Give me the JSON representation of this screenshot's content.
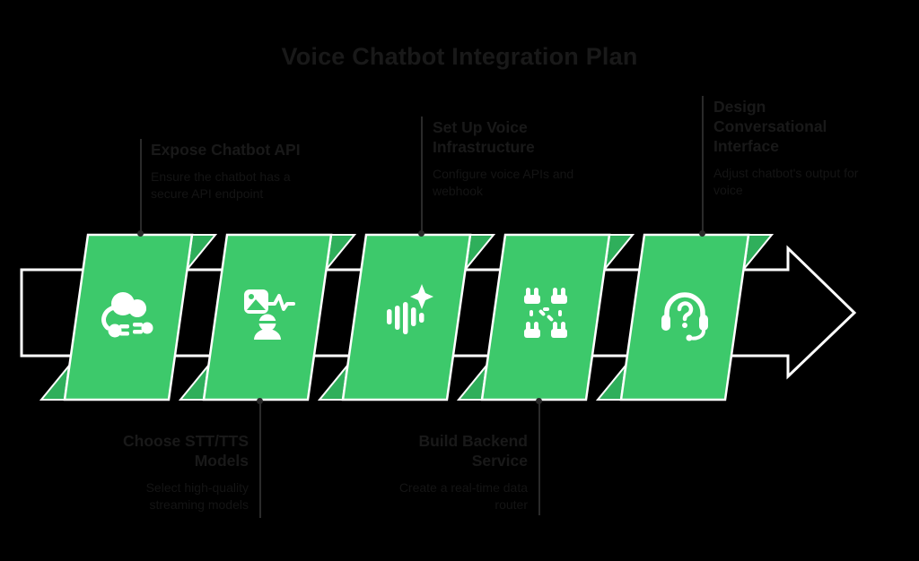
{
  "title": "Voice Chatbot Integration Plan",
  "colors": {
    "background": "#000000",
    "ribbon_green": "#3DC96B",
    "ribbon_fold_green": "#2FAF5B",
    "outline_white": "#FFFFFF",
    "arrow_black": "#000000",
    "title_text": "#191919",
    "heading_text": "#191919",
    "description_text": "#141414",
    "connector_line": "#2a2a2a"
  },
  "steps": [
    {
      "heading": "Expose Chatbot API",
      "description": "Ensure the chatbot has a secure API endpoint",
      "icon": "cloud-plug-icon",
      "label_position": "top"
    },
    {
      "heading": "Choose STT/TTS Models",
      "description": "Select high-quality streaming models",
      "icon": "media-model-icon",
      "label_position": "bottom"
    },
    {
      "heading": "Set Up Voice Infrastructure",
      "description": "Configure voice APIs and webhook",
      "icon": "voice-wave-sparkle-icon",
      "label_position": "top"
    },
    {
      "heading": "Build Backend Service",
      "description": "Create a real-time data router",
      "icon": "network-connectors-icon",
      "label_position": "bottom"
    },
    {
      "heading": "Design Conversational Interface",
      "description": "Adjust chatbot's output for voice",
      "icon": "headset-question-icon",
      "label_position": "top"
    }
  ]
}
